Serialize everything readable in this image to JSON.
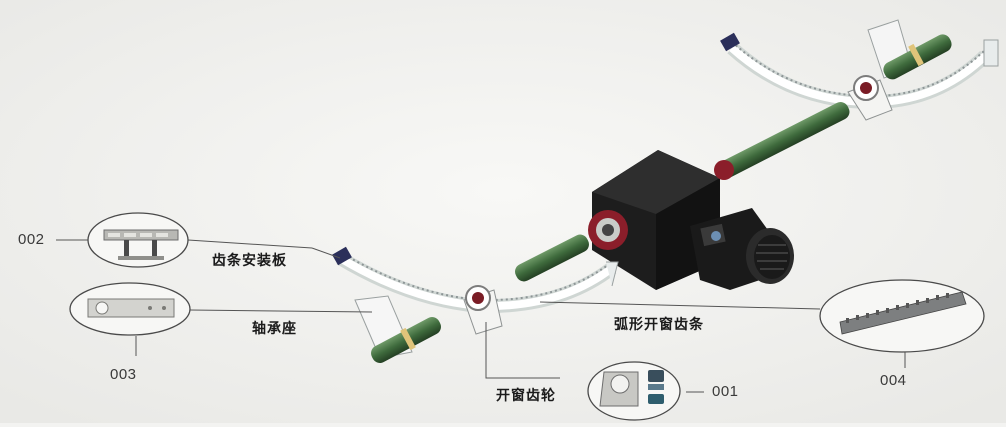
{
  "callouts": {
    "c001": {
      "code": "001",
      "label": "开窗齿轮"
    },
    "c002": {
      "code": "002",
      "label": "齿条安装板"
    },
    "c003": {
      "code": "003",
      "label": "轴承座"
    },
    "c004": {
      "code": "004",
      "label": "弧形开窗齿条"
    }
  },
  "colors": {
    "shaft_green": "#3f6b3d",
    "motor_black": "#1c1c1c",
    "gear_red": "#8b1e2a",
    "rack_white": "#e9ece8",
    "leader_line": "#555555"
  }
}
